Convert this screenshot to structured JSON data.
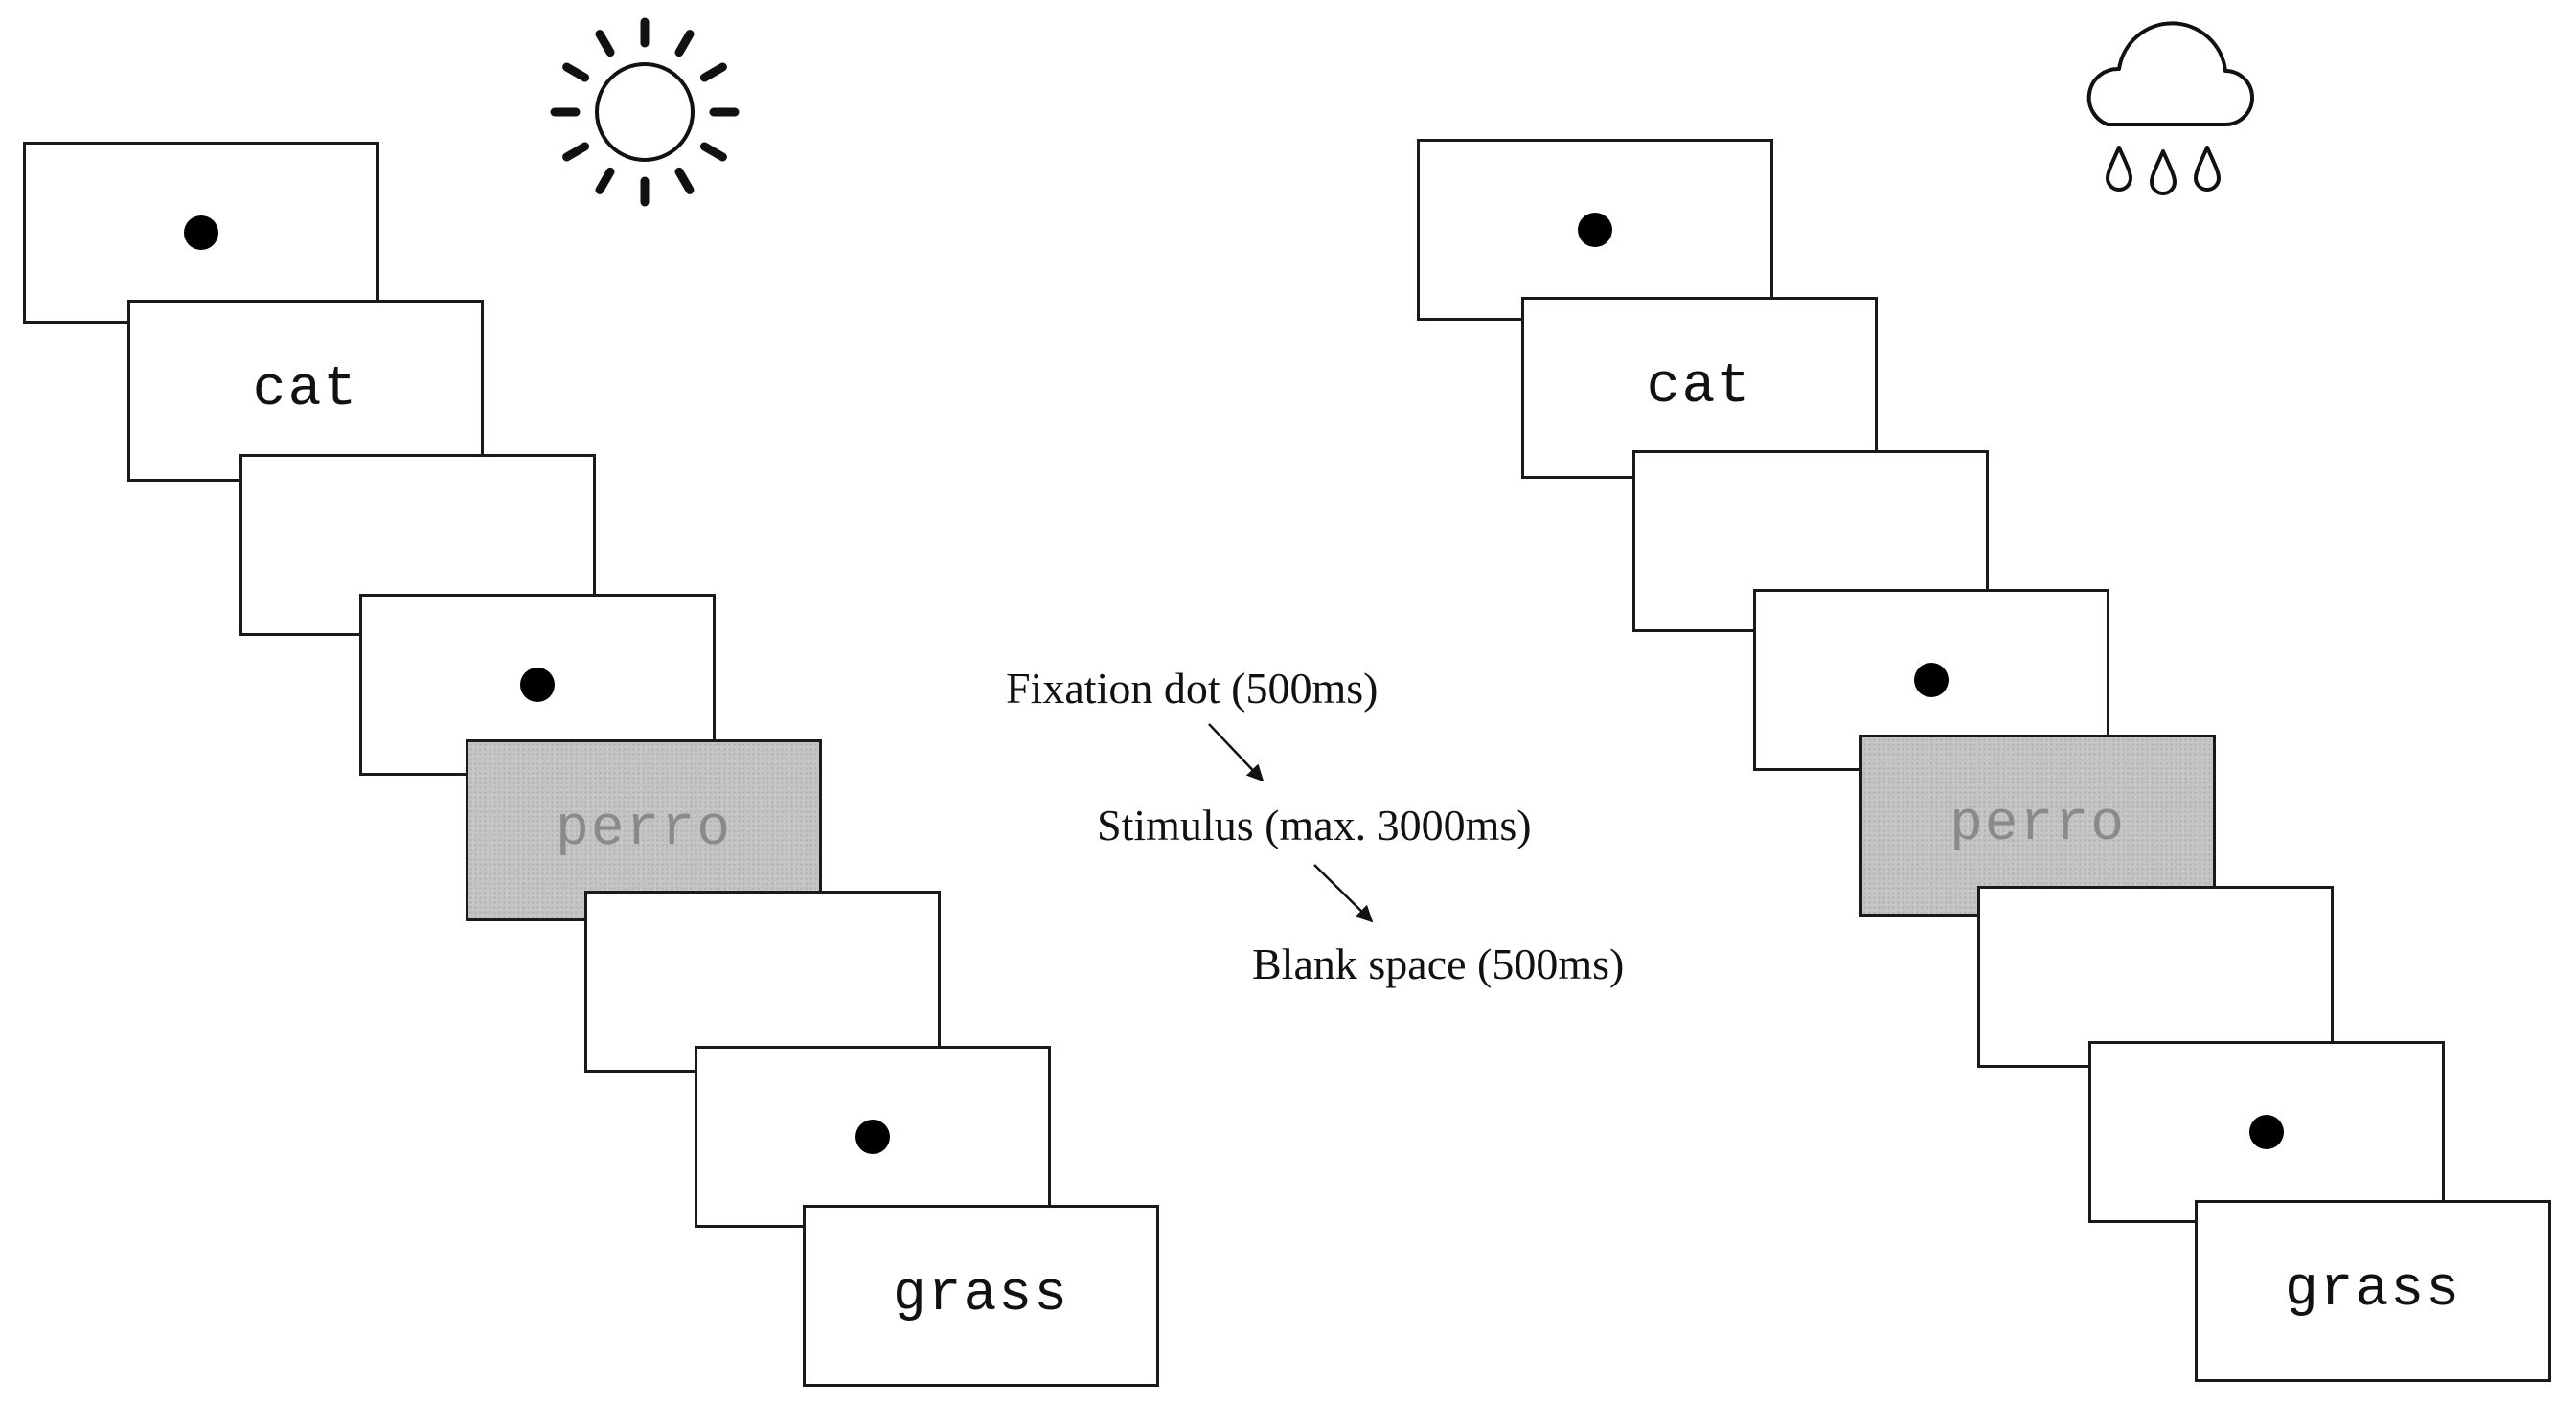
{
  "conditions": [
    {
      "weather_icon": "sun-icon",
      "trials": [
        {
          "screen": "fixation"
        },
        {
          "screen": "word",
          "text": "cat"
        },
        {
          "screen": "blank"
        },
        {
          "screen": "fixation"
        },
        {
          "screen": "word",
          "text": "perro",
          "gray": true
        },
        {
          "screen": "blank"
        },
        {
          "screen": "fixation"
        },
        {
          "screen": "word",
          "text": "grass"
        }
      ]
    },
    {
      "weather_icon": "rain-cloud-icon",
      "trials": [
        {
          "screen": "fixation"
        },
        {
          "screen": "word",
          "text": "cat"
        },
        {
          "screen": "blank"
        },
        {
          "screen": "fixation"
        },
        {
          "screen": "word",
          "text": "perro",
          "gray": true
        },
        {
          "screen": "blank"
        },
        {
          "screen": "fixation"
        },
        {
          "screen": "word",
          "text": "grass"
        }
      ]
    }
  ],
  "legend": {
    "fixation": "Fixation dot (500ms)",
    "stimulus": "Stimulus (max. 3000ms)",
    "blank": "Blank space (500ms)"
  }
}
